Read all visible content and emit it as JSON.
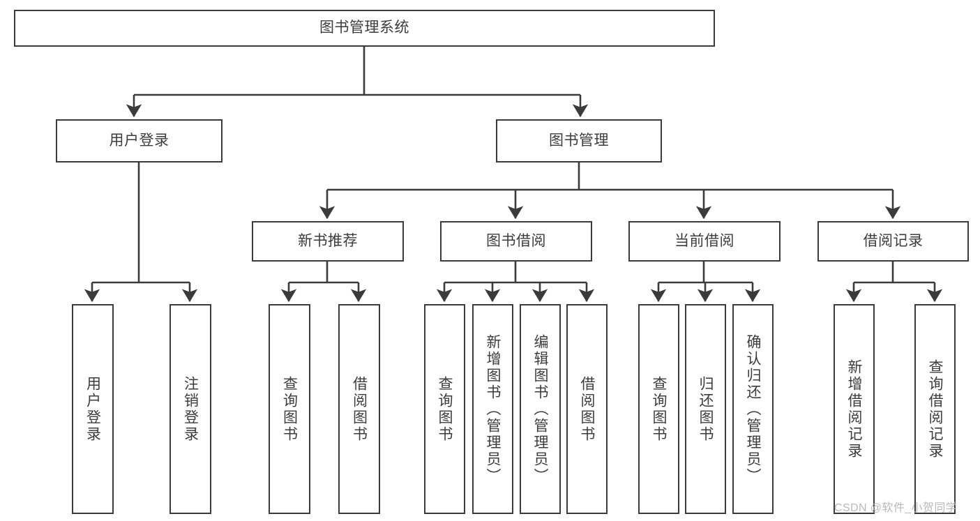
{
  "diagram": {
    "type": "tree",
    "title": "图书管理系统",
    "watermark": "CSDN @软件_小贺同学",
    "colors": {
      "stroke": "#3b3b3b",
      "text": "#3c3c3c",
      "background": "#ffffff",
      "watermark": "#b9b9b9"
    },
    "nodes": {
      "root": {
        "label": "图书管理系统",
        "level": 1
      },
      "l2_0": {
        "label": "用户登录",
        "level": 2
      },
      "l2_1": {
        "label": "图书管理",
        "level": 2
      },
      "l3_0": {
        "label": "新书推荐",
        "level": 3
      },
      "l3_1": {
        "label": "图书借阅",
        "level": 3
      },
      "l3_2": {
        "label": "当前借阅",
        "level": 3
      },
      "l3_3": {
        "label": "借阅记录",
        "level": 3
      },
      "leaf_0": {
        "label": "用户登录",
        "level": 4
      },
      "leaf_1": {
        "label": "注销登录",
        "level": 4
      },
      "leaf_2": {
        "label": "查询图书",
        "level": 4
      },
      "leaf_3": {
        "label": "借阅图书",
        "level": 4
      },
      "leaf_4": {
        "label": "查询图书",
        "level": 4
      },
      "leaf_5": {
        "label": "新增图书（管理员）",
        "level": 4
      },
      "leaf_6": {
        "label": "编辑图书（管理员）",
        "level": 4
      },
      "leaf_7": {
        "label": "借阅图书",
        "level": 4
      },
      "leaf_8": {
        "label": "查询图书",
        "level": 4
      },
      "leaf_9": {
        "label": "归还图书",
        "level": 4
      },
      "leaf_10": {
        "label": "确认归还（管理员）",
        "level": 4
      },
      "leaf_11": {
        "label": "新增借阅记录",
        "level": 4
      },
      "leaf_12": {
        "label": "查询借阅记录",
        "level": 4
      }
    },
    "edges": [
      {
        "from": "root",
        "to": "l2_0"
      },
      {
        "from": "root",
        "to": "l2_1"
      },
      {
        "from": "l2_0",
        "to": "leaf_0"
      },
      {
        "from": "l2_0",
        "to": "leaf_1"
      },
      {
        "from": "l2_1",
        "to": "l3_0"
      },
      {
        "from": "l2_1",
        "to": "l3_1"
      },
      {
        "from": "l2_1",
        "to": "l3_2"
      },
      {
        "from": "l2_1",
        "to": "l3_3"
      },
      {
        "from": "l3_0",
        "to": "leaf_2"
      },
      {
        "from": "l3_0",
        "to": "leaf_3"
      },
      {
        "from": "l3_1",
        "to": "leaf_4"
      },
      {
        "from": "l3_1",
        "to": "leaf_5"
      },
      {
        "from": "l3_1",
        "to": "leaf_6"
      },
      {
        "from": "l3_1",
        "to": "leaf_7"
      },
      {
        "from": "l3_2",
        "to": "leaf_8"
      },
      {
        "from": "l3_2",
        "to": "leaf_9"
      },
      {
        "from": "l3_2",
        "to": "leaf_10"
      },
      {
        "from": "l3_3",
        "to": "leaf_11"
      },
      {
        "from": "l3_3",
        "to": "leaf_12"
      }
    ]
  }
}
